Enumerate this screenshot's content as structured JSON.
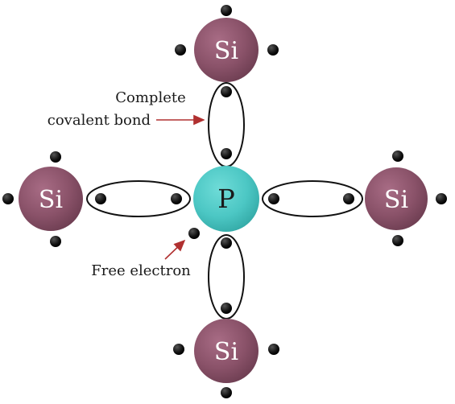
{
  "atoms": {
    "top": {
      "symbol": "Si"
    },
    "left": {
      "symbol": "Si"
    },
    "right": {
      "symbol": "Si"
    },
    "bottom": {
      "symbol": "Si"
    },
    "center": {
      "symbol": "P"
    }
  },
  "labels": {
    "bond_line1": "Complete",
    "bond_line2": "covalent bond",
    "free_electron": "Free electron"
  },
  "colors": {
    "silicon": "#8a5269",
    "phosphorus": "#4cc7c4",
    "electron": "#111111",
    "arrow": "#b03030",
    "bond_outline": "#111111"
  }
}
